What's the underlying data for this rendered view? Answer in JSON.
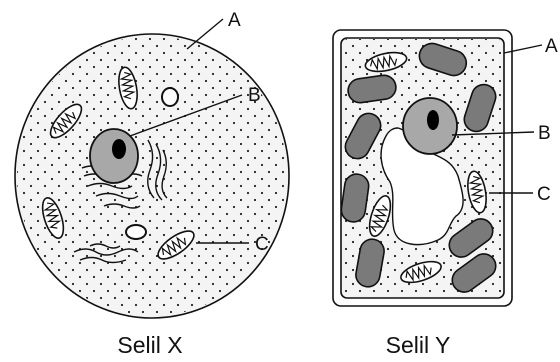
{
  "cell_x": {
    "caption": "Selil X",
    "labels": {
      "a": "A",
      "b": "B",
      "c": "C"
    }
  },
  "cell_y": {
    "caption": "Selil Y",
    "labels": {
      "a": "A",
      "b": "B",
      "c": "C"
    }
  },
  "colors": {
    "outline": "#111111",
    "cytoplasm": "#f4f4f4",
    "nucleus": "#a8a8a8",
    "nucleolus": "#000000",
    "chloroplast": "#7a7a7a",
    "vacuole": "#ffffff"
  }
}
